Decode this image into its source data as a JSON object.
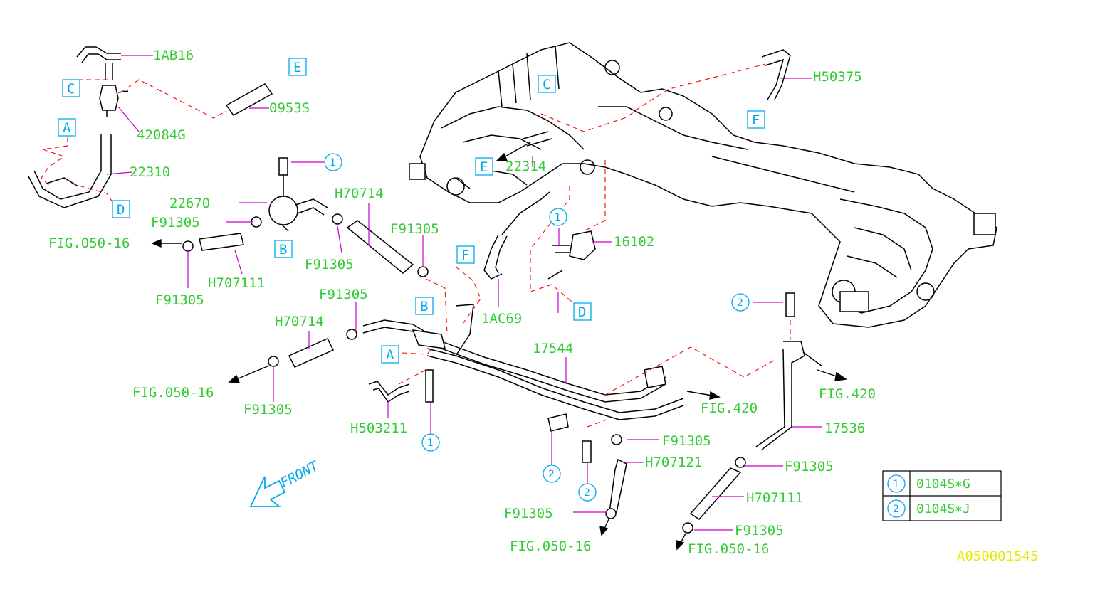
{
  "diagram_id": "A050001545",
  "parts": {
    "p1AB16": "1AB16",
    "p0953S": "0953S",
    "p42084G": "42084G",
    "p22310": "22310",
    "p22670": "22670",
    "pH70714a": "H70714",
    "pH70714b": "H70714",
    "pH707111a": "H707111",
    "pH707111b": "H707111",
    "pH503211": "H503211",
    "pH50375": "H50375",
    "p22314": "22314",
    "p16102": "16102",
    "p1AC69": "1AC69",
    "p17544": "17544",
    "p17536": "17536",
    "pH707121": "H707121",
    "clamp": "F91305"
  },
  "figure_refs": {
    "fig05016": "FIG.050-16",
    "fig420": "FIG.420"
  },
  "ref_letters": {
    "A": "A",
    "B": "B",
    "C": "C",
    "D": "D",
    "E": "E",
    "F": "F"
  },
  "callouts": {
    "one": "1",
    "two": "2"
  },
  "legend": [
    {
      "num": "1",
      "code": "0104S∗G"
    },
    {
      "num": "2",
      "code": "0104S∗J"
    }
  ],
  "front_label": "FRONT",
  "colors": {
    "label": "#33cc33",
    "ref": "#00aaee",
    "leader": "#cc00cc",
    "dashed": "#ff0000",
    "id": "#e8e800"
  }
}
